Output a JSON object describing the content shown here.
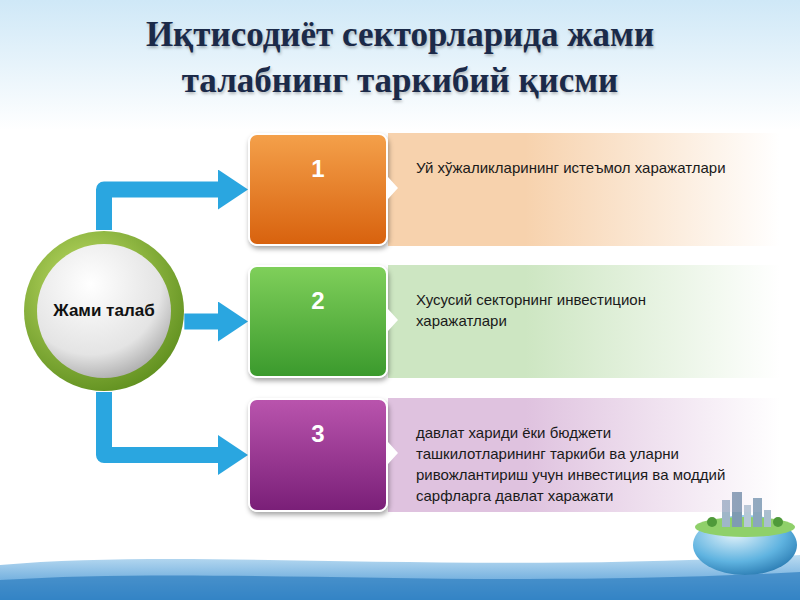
{
  "diagram": {
    "title": "Иқтисодиёт секторларида жами талабнинг таркибий қисми",
    "nodes": [
      {
        "text": [
          "Жами талаб"
        ]
      },
      {
        "text": [
          "1",
          "Уй хўжаликларининг истеъмол харажатлари"
        ]
      },
      {
        "text": [
          "2",
          "Хусусий секторнинг инвестицион харажатлари"
        ]
      },
      {
        "text": [
          "3",
          "давлат хариди ёки бюджети ташкилотларининг таркиби ва уларни ривожлантириш учун инвестиция ва моддий сарфларга давлат харажати"
        ]
      }
    ],
    "edges": [
      {
        "from": 0,
        "to": 1,
        "arrow": "to"
      },
      {
        "from": 0,
        "to": 2,
        "arrow": "to"
      },
      {
        "from": 0,
        "to": 3,
        "arrow": "to"
      }
    ]
  }
}
